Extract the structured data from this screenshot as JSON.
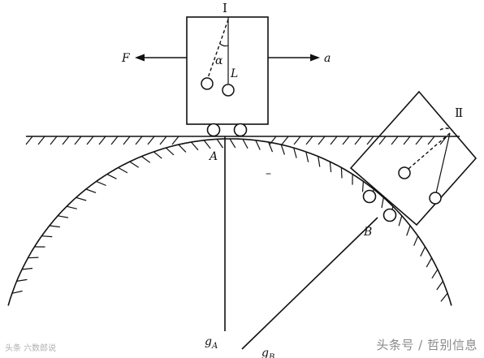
{
  "diagram": {
    "box1_label": "I",
    "box2_label": "Ⅱ",
    "force_label": "F",
    "accel_label": "a",
    "angle_label": "α",
    "length_label": "L",
    "point_a_label": "A",
    "point_b_label": "B",
    "ga_main": "g",
    "ga_sub": "A",
    "gb_main": "g",
    "gb_sub": "B",
    "minus_sign": "–"
  },
  "watermarks": {
    "right": "头条号 / 哲别信息",
    "left": "头条 六数郎说"
  }
}
